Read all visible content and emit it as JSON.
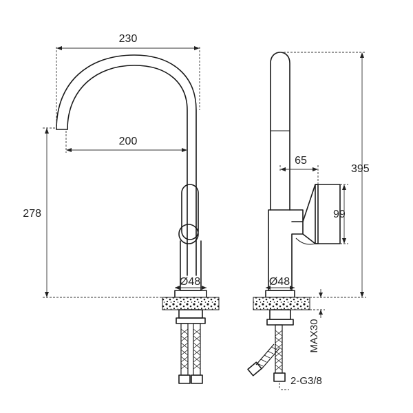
{
  "dimensions": {
    "front_spout_reach": "230",
    "front_inner_reach": "200",
    "front_height": "278",
    "front_base_diameter": "Ø48",
    "side_total_height": "395",
    "side_handle_offset": "65",
    "side_handle_height": "99",
    "side_base_diameter": "Ø48",
    "max_counter_thickness": "MAX30",
    "hose_connection": "2-G3/8"
  }
}
